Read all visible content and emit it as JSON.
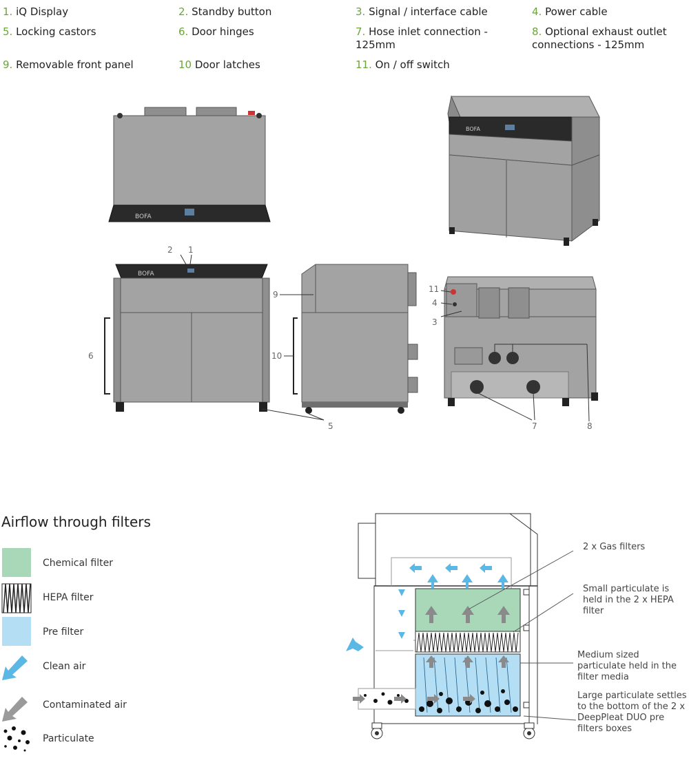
{
  "parts": [
    {
      "num": "1.",
      "label": "iQ Display"
    },
    {
      "num": "2.",
      "label": "Standby button"
    },
    {
      "num": "3.",
      "label": "Signal / interface cable"
    },
    {
      "num": "4.",
      "label": "Power cable"
    },
    {
      "num": "5.",
      "label": "Locking castors"
    },
    {
      "num": "6.",
      "label": "Door hinges"
    },
    {
      "num": "7.",
      "label": "Hose inlet connection - 125mm"
    },
    {
      "num": "8.",
      "label": "Optional exhaust outlet connections - 125mm"
    },
    {
      "num": "9.",
      "label": "Removable front panel"
    },
    {
      "num": "10",
      "label": "Door latches"
    },
    {
      "num": "11.",
      "label": "On / off switch"
    }
  ],
  "brand": "BOFA",
  "callouts": {
    "c1": "1",
    "c2": "2",
    "c3": "3",
    "c4": "4",
    "c5": "5",
    "c6": "6",
    "c7": "7",
    "c8": "8",
    "c9": "9",
    "c10": "10",
    "c11": "11"
  },
  "legend": {
    "title": "Airflow through filters",
    "items": [
      {
        "label": "Chemical filter",
        "icon": "chemical-filter-swatch",
        "color": "#a9d8b9"
      },
      {
        "label": "HEPA filter",
        "icon": "hepa-filter-zigzag"
      },
      {
        "label": "Pre filter",
        "icon": "pre-filter-swatch",
        "color": "#b4def4"
      },
      {
        "label": "Clean air",
        "icon": "clean-air-arrow-icon",
        "color": "#5bb8e4"
      },
      {
        "label": "Contaminated air",
        "icon": "contaminated-air-arrow-icon",
        "color": "#999999"
      },
      {
        "label": "Particulate",
        "icon": "particulate-dots-icon"
      }
    ]
  },
  "airflow_notes": {
    "gas": "2 x Gas filters",
    "small": "Small particulate is held in the 2 x HEPA filter",
    "medium": "Medium sized particulate held in the filter media",
    "large": "Large particulate settles to the bottom of the 2 x DeepPleat DUO pre filters boxes"
  }
}
